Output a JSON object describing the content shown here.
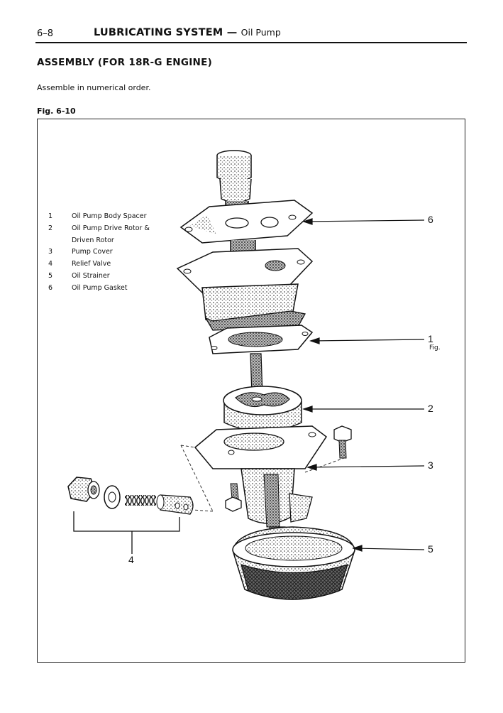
{
  "header": {
    "page_number": "6–8",
    "section": "LUBRICATING SYSTEM",
    "separator": "—",
    "subsection": "Oil Pump"
  },
  "heading": "ASSEMBLY (FOR 18R-G ENGINE)",
  "instruction": "Assemble in numerical order.",
  "figure": {
    "caption": "Fig. 6-10",
    "legend": [
      {
        "num": "1",
        "text": "Oil Pump Body Spacer"
      },
      {
        "num": "2",
        "text": "Oil Pump Drive Rotor &"
      },
      {
        "num": "",
        "text": "Driven Rotor"
      },
      {
        "num": "3",
        "text": "Pump Cover"
      },
      {
        "num": "4",
        "text": "Relief Valve"
      },
      {
        "num": "5",
        "text": "Oil Strainer"
      },
      {
        "num": "6",
        "text": "Oil Pump Gasket"
      }
    ],
    "callouts": {
      "c1": "1",
      "c1_sub": "Fig.",
      "c2": "2",
      "c3": "3",
      "c4": "4",
      "c5": "5",
      "c6": "6"
    }
  }
}
